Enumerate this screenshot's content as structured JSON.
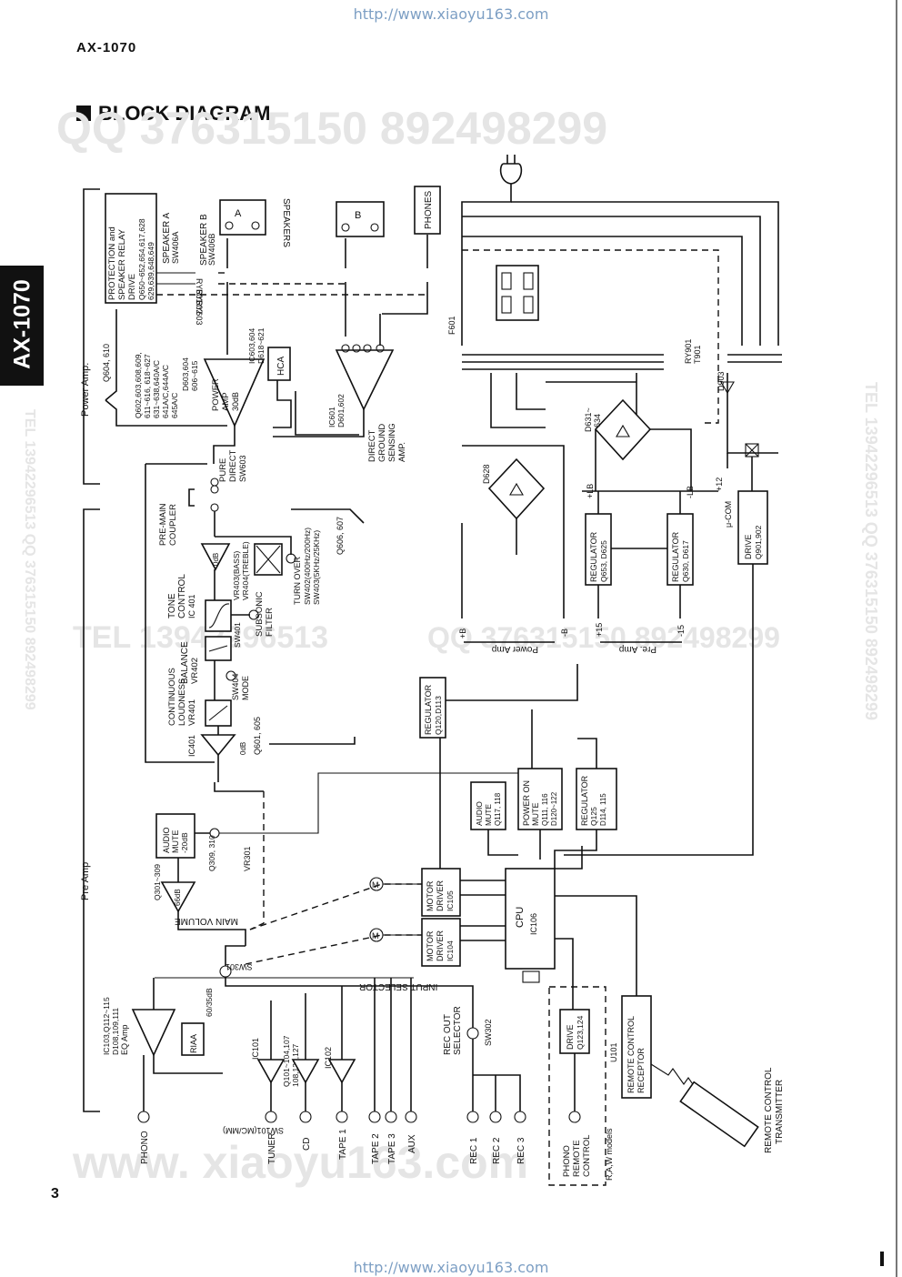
{
  "page": {
    "url": "http://www.xiaoyu163.com",
    "model": "AX-1070",
    "heading": "BLOCK DIAGRAM",
    "side_tab": "AX-1070",
    "page_number": "3"
  },
  "watermarks": {
    "qq_top": "QQ 376315150   892498299",
    "tel_mid": "TEL 13942296513",
    "qq_mid": "QQ 376315150  892498299",
    "site": "www. xiaoyu163.com",
    "tel_side": "TEL 13942296513  QQ 376315150  892498299"
  },
  "sections": {
    "power_amp": "Power Amp.",
    "pre_amp": "Pre Amp",
    "power_supply_power": "Power Amp",
    "power_supply_pre": "Pre. Amp"
  },
  "blocks": {
    "protection": {
      "line1": "PROTECTION  and",
      "line2": "SPEAKER  RELAY",
      "line3": "DRIVE",
      "line4": "Q650~652,654,617,628",
      "line5": "629,639,648,649"
    },
    "power_amp": {
      "line1": "POWER",
      "line2": "AMP",
      "line3": "30dB",
      "parts1": "Q602,603,608,609,",
      "parts2": "611~616, 618~627",
      "parts3": "631~638,640A/C",
      "parts4": "641A/C,644A/C",
      "parts5": "645A/C",
      "parts6": "D603,604",
      "parts7": "606~615"
    },
    "hca": {
      "label": "HCA",
      "parts1": "IC603,604",
      "parts2": "D618~621"
    },
    "direct_ground": {
      "line1": "DIRECT",
      "line2": "GROUND",
      "line3": "SENSING",
      "line4": "AMP.",
      "parts1": "IC601",
      "parts2": "D601,602"
    },
    "q604": "Q604, 610",
    "pure_direct": {
      "line1": "PURE",
      "line2": "DIRECT",
      "line3": "SW603"
    },
    "pre_main": {
      "line1": "PRE-MAIN",
      "line2": "COUPLER"
    },
    "tone_control": {
      "line1": "TONE",
      "line2": "CONTROL",
      "line3": "IC 401",
      "gain": "0dB",
      "bass": "VR403(BASS)",
      "treble": "VR404(TREBLE)"
    },
    "turn_over": {
      "line1": "TURN  OVER",
      "line2": "SW402(400Hz/200Hz)",
      "line3": "SW403(5KHz/25KHz)"
    },
    "q606": "Q606,  607",
    "balance": {
      "line1": "BALANCE",
      "line2": "VR402"
    },
    "subsonic": {
      "line1": "SUBSONIC",
      "line2": "FILTER",
      "line3": "SW401"
    },
    "loudness": {
      "line1": "CONTINUOUS",
      "line2": "LOUDNESS",
      "line3": "VR401",
      "mode1": "SW404",
      "mode2": "MODE"
    },
    "ic401b": {
      "label": "IC401",
      "gain": "0dB"
    },
    "q601": "Q601,  605",
    "audio_mute_big": {
      "line1": "AUDIO",
      "line2": "MUTE",
      "line3": "-20dB",
      "parts": "Q309,  310"
    },
    "main_volume": {
      "label": "MAIN VOLUME",
      "vr": "VR301",
      "amp": "Q301~309",
      "gain": "66dB"
    },
    "input_selector": {
      "label": "INPUT  SELECTOR",
      "sw": "SW301"
    },
    "eq_amp": {
      "parts1": "IC103,Q112~115",
      "parts2": "D108,109,111",
      "line": "EQ Amp",
      "riaa": "RIAA",
      "db": "60/35dB",
      "sw": "SW101(MC/MM)"
    },
    "tuner_buffer": {
      "ic": "IC101",
      "parts1": "Q101~104,107",
      "parts2": "108,126,127"
    },
    "ic102": "IC102",
    "rec_out": {
      "line1": "REC OUT",
      "line2": "SELECTOR",
      "sw": "SW302"
    },
    "regulator_q120": {
      "line1": "REGULATOR",
      "line2": "Q120,D113"
    },
    "audio_mute_small": {
      "line1": "AUDIO",
      "line2": "MUTE",
      "line3": "Q117, 118"
    },
    "power_on_mute": {
      "line1": "POWER ON",
      "line2": "MUTE",
      "line3": "Q111, 116",
      "line4": "D120~122"
    },
    "regulator_q125": {
      "line1": "REGULATOR",
      "line2": "Q125",
      "line3": "D114, 115"
    },
    "motor_driver_1": {
      "line1": "MOTOR",
      "line2": "DRIVER",
      "line3": "IC105"
    },
    "motor_driver_2": {
      "line1": "MOTOR",
      "line2": "DRIVER",
      "line3": "IC104"
    },
    "cpu": {
      "line1": "CPU",
      "line2": "IC106"
    },
    "drive_q123": {
      "line1": "DRIVE",
      "line2": "Q123,124"
    },
    "phono_remote": {
      "line1": "PHONO",
      "line2": "REMOTE",
      "line3": "CONTROL",
      "models": "R,A,W models"
    },
    "remote_receptor": {
      "line1": "REMOTE CONTROL",
      "line2": "RECEPTOR",
      "parts": "U101"
    },
    "remote_transmitter": {
      "line1": "REMOTE  CONTROL",
      "line2": "TRANSMITTER"
    },
    "regulator_q653": {
      "line1": "REGULATOR",
      "line2": "Q653,  D625"
    },
    "regulator_q630": {
      "line1": "REGULATOR",
      "line2": "Q630,  D617"
    },
    "drive_q901": {
      "line1": "DRIVE",
      "line2": "Q901,902"
    },
    "speakers": {
      "a_label": "SPEAKER  A",
      "a_sw": "SW406A",
      "b_label": "SPEAKER  B",
      "b_sw": "SW406B",
      "title": "SPEAKERS",
      "a": "A",
      "b": "B"
    },
    "phones": "PHONES",
    "relays": {
      "r1": "RY601",
      "r2": "RY602",
      "r3": "RY603",
      "r901": "RY901",
      "t901": "T901",
      "d903": "D903"
    },
    "rectifiers": {
      "d628": "D628",
      "d631": "D631~",
      "d634": "634",
      "f601": "F601"
    },
    "rails": {
      "plus_lb": "+LB",
      "minus_lb": "-LB",
      "plus_b": "+B",
      "minus_b": "-B",
      "plus15": "+15",
      "minus15": "-15",
      "mu_com": "μ-COM",
      "plus12": "+12"
    }
  },
  "inputs": [
    "PHONO",
    "TUNER",
    "CD",
    "TAPE 1",
    "TAPE 2",
    "TAPE 3",
    "AUX"
  ],
  "outputs": [
    "REC 1",
    "REC 2",
    "REC 3"
  ]
}
